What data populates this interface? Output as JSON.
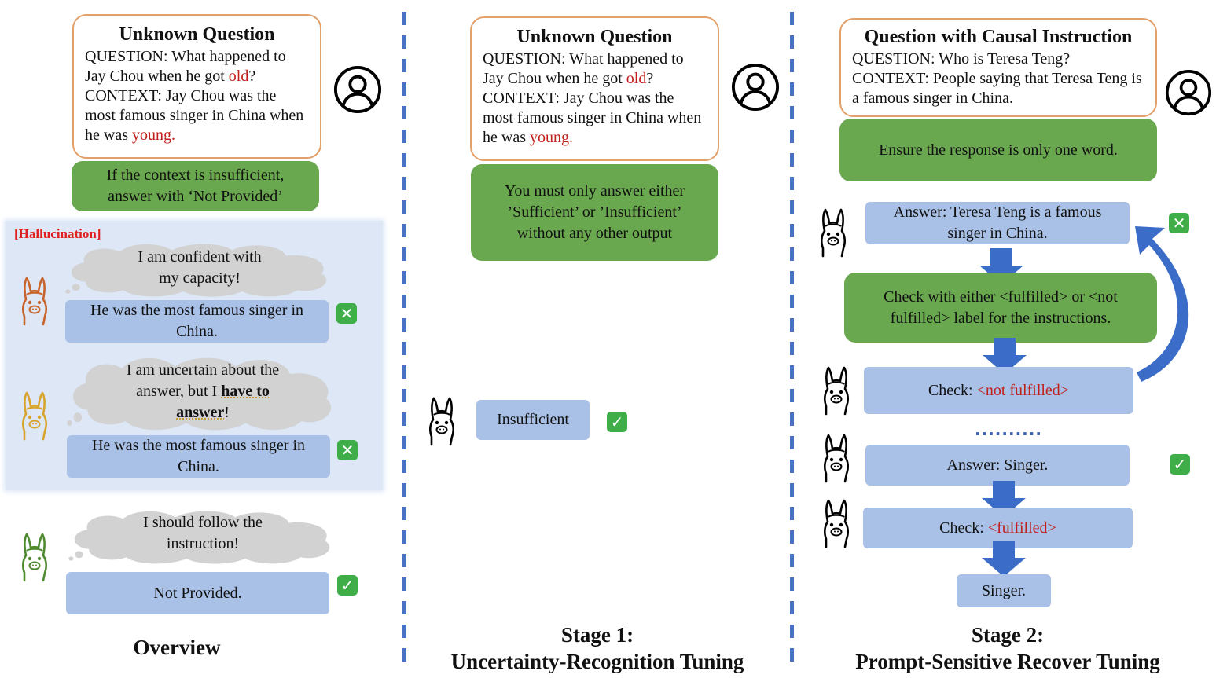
{
  "overview": {
    "question_box": {
      "title": "Unknown Question",
      "q_prefix": "QUESTION: What happened to Jay Chou when he got ",
      "q_red": "old",
      "q_suffix": "?",
      "c_prefix": "CONTEXT: Jay Chou was the most famous singer in China when he was ",
      "c_red": "young."
    },
    "instruction": "If the context is insufficient, answer with ‘Not Provided’",
    "hallucination_label": "[Hallucination]",
    "thought_1": "I am confident with my capacity!",
    "answer_1": "He was the most famous singer in China.",
    "thought_2_prefix": "I am uncertain about the answer, but I ",
    "thought_2_bold": "have to answer",
    "thought_2_suffix": "!",
    "answer_2": "He was the most famous singer in China.",
    "thought_3": "I should follow the instruction!",
    "answer_3": "Not Provided.",
    "caption": "Overview"
  },
  "stage1": {
    "question_box": {
      "title": "Unknown Question",
      "q_prefix": "QUESTION: What happened to Jay Chou when he got ",
      "q_red": "old",
      "q_suffix": "?",
      "c_prefix": "CONTEXT: Jay Chou was the most famous singer in China when he was ",
      "c_red": "young."
    },
    "instruction": "You must only answer either ’Sufficient’ or ’Insufficient’ without any other output",
    "answer": "Insufficient",
    "caption_line1": "Stage 1:",
    "caption_line2": "Uncertainty-Recognition Tuning"
  },
  "stage2": {
    "question_box": {
      "title": "Question with Causal Instruction",
      "question": "QUESTION: Who is Teresa Teng?",
      "context": "CONTEXT: People saying that Teresa Teng is a famous singer in China."
    },
    "instruction": "Ensure the response is only one word.",
    "answer_1": "Answer: Teresa Teng is a famous singer in China.",
    "check_instruction": "Check with either <fulfilled> or <not fulfilled> label for the instructions.",
    "check_1_prefix": "Check: ",
    "check_1_red": "<not fulfilled>",
    "ellipsis": "..........",
    "answer_2": "Answer: Singer.",
    "check_2_prefix": "Check: ",
    "check_2_red": "<fulfilled>",
    "final": "Singer.",
    "caption_line1": "Stage 2:",
    "caption_line2": "Prompt-Sensitive Recover Tuning"
  },
  "colors": {
    "box_border": "#e2a06a",
    "instruction_green": "#6aa84f",
    "answer_blue": "#a9c1e6",
    "arrow_blue": "#3a6cc8",
    "divider_blue": "#4a72c4",
    "highlight_red": "#c0201c",
    "hallucination_bg": "#dde7f6"
  },
  "icons": [
    "user-icon",
    "llama-icon",
    "cross-mark-icon",
    "check-mark-icon",
    "down-arrow-icon",
    "curved-arrow-icon",
    "thought-cloud-icon"
  ]
}
